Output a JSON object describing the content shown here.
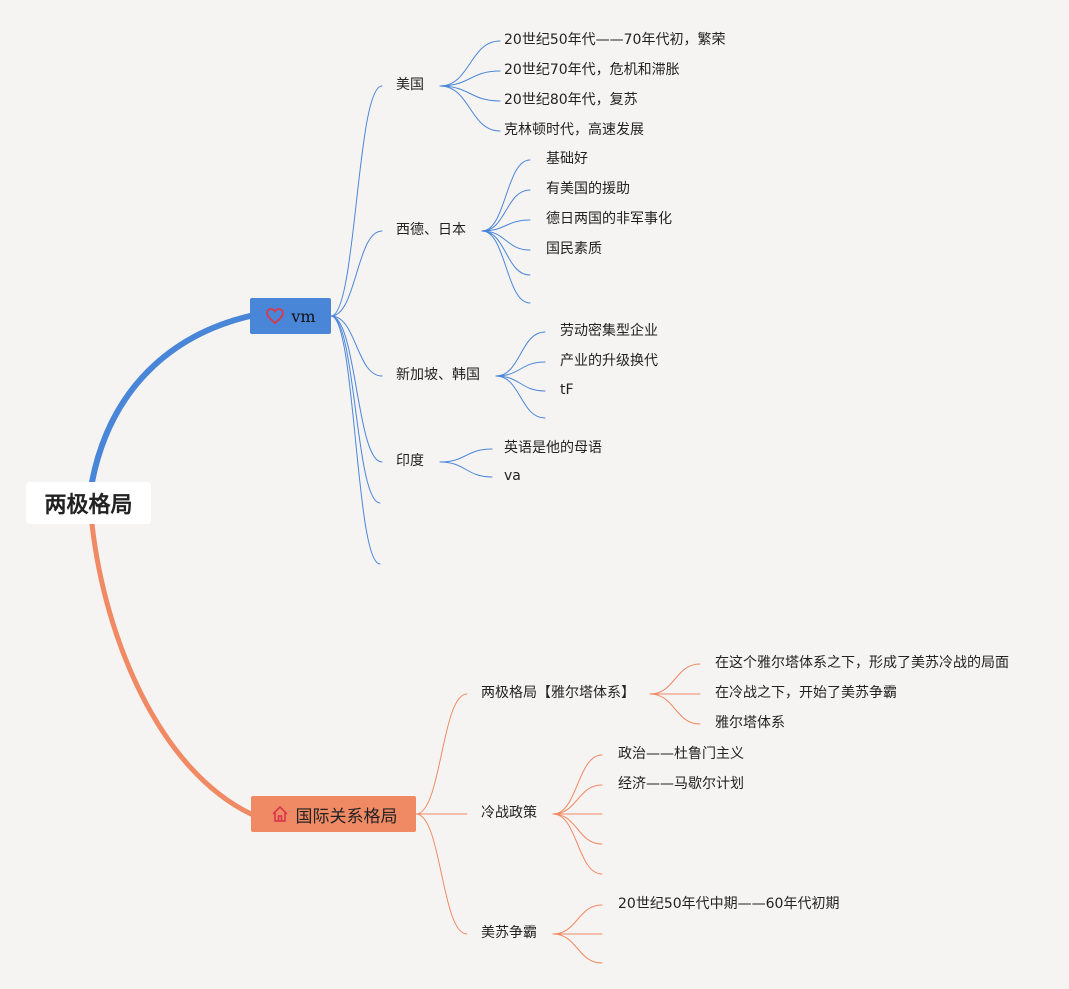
{
  "root": {
    "label": "两极格局"
  },
  "branches": [
    {
      "id": "vm",
      "label": "vm",
      "icon": "heart-icon",
      "color": "#4a86d8",
      "children": [
        {
          "label": "美国",
          "children": [
            "20世纪50年代——70年代初，繁荣",
            "20世纪70年代，危机和滞胀",
            "20世纪80年代，复苏",
            "克林顿时代，高速发展"
          ]
        },
        {
          "label": "西德、日本",
          "children": [
            "基础好",
            "有美国的援助",
            "德日两国的非军事化",
            "国民素质",
            "",
            ""
          ]
        },
        {
          "label": "新加坡、韩国",
          "children": [
            "劳动密集型企业",
            "产业的升级换代",
            "tF",
            ""
          ]
        },
        {
          "label": "印度",
          "children": [
            "英语是他的母语",
            "va"
          ]
        },
        {
          "label": "",
          "children": []
        },
        {
          "label": "",
          "children": []
        }
      ]
    },
    {
      "id": "ir",
      "label": "国际关系格局",
      "icon": "home-icon",
      "color": "#f08a64",
      "children": [
        {
          "label": "两极格局【雅尔塔体系】",
          "children": [
            "在这个雅尔塔体系之下，形成了美苏冷战的局面",
            "在冷战之下，开始了美苏争霸",
            "雅尔塔体系"
          ]
        },
        {
          "label": "冷战政策",
          "children": [
            "政治——杜鲁门主义",
            "经济——马歇尔计划",
            "",
            "",
            ""
          ]
        },
        {
          "label": "美苏争霸",
          "children": [
            "20世纪50年代中期——60年代初期",
            "",
            ""
          ]
        }
      ]
    }
  ]
}
